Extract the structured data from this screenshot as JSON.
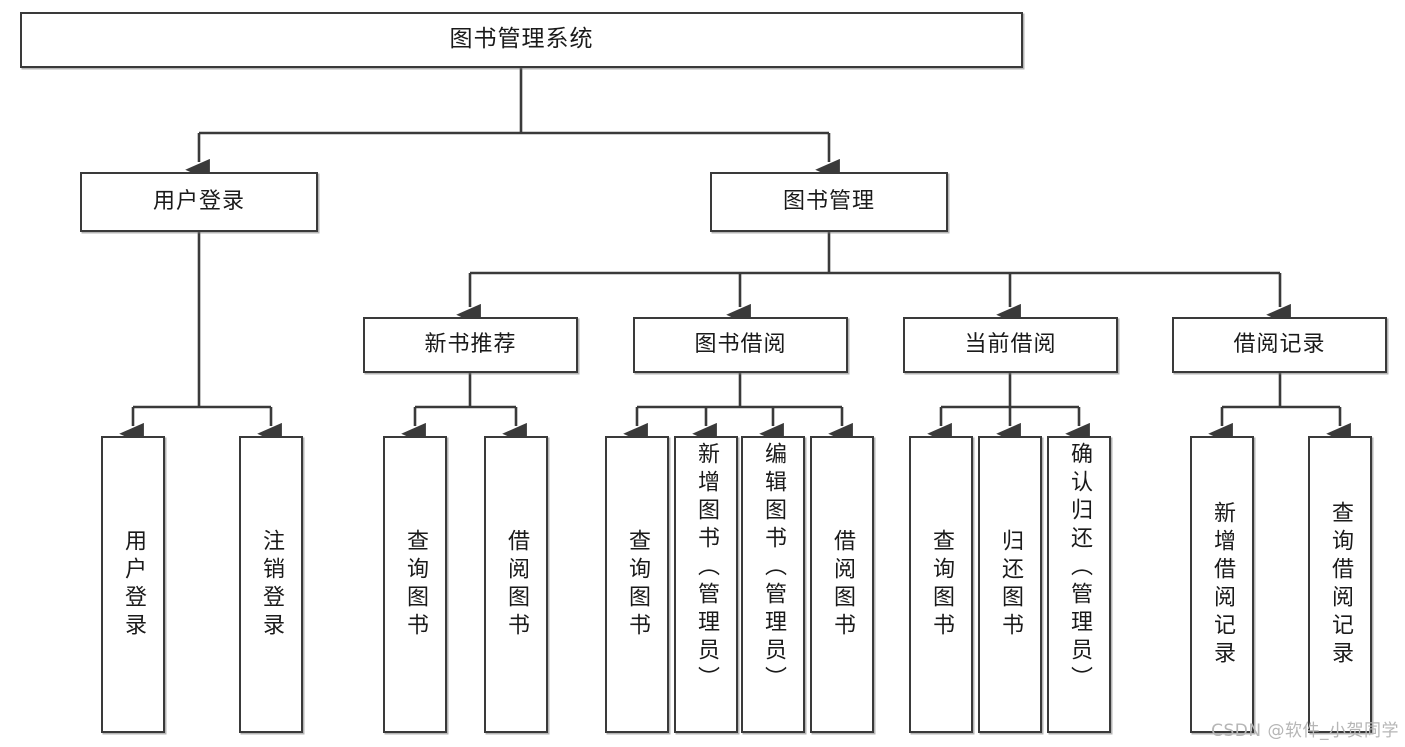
{
  "diagram": {
    "title": "图书管理系统",
    "root": {
      "label": "图书管理系统"
    },
    "level2": [
      {
        "label": "用户登录"
      },
      {
        "label": "图书管理"
      }
    ],
    "level3": [
      {
        "label": "新书推荐"
      },
      {
        "label": "图书借阅"
      },
      {
        "label": "当前借阅"
      },
      {
        "label": "借阅记录"
      }
    ],
    "leaves": [
      {
        "label": "用户登录",
        "parent": "用户登录"
      },
      {
        "label": "注销登录",
        "parent": "用户登录"
      },
      {
        "label": "查询图书",
        "parent": "新书推荐"
      },
      {
        "label": "借阅图书",
        "parent": "新书推荐"
      },
      {
        "label": "查询图书",
        "parent": "图书借阅"
      },
      {
        "label": "新增图书（管理员）",
        "parent": "图书借阅"
      },
      {
        "label": "编辑图书（管理员）",
        "parent": "图书借阅"
      },
      {
        "label": "借阅图书",
        "parent": "图书借阅"
      },
      {
        "label": "查询图书",
        "parent": "当前借阅"
      },
      {
        "label": "归还图书",
        "parent": "当前借阅"
      },
      {
        "label": "确认归还（管理员）",
        "parent": "当前借阅"
      },
      {
        "label": "新增借阅记录",
        "parent": "借阅记录"
      },
      {
        "label": "查询借阅记录",
        "parent": "借阅记录"
      }
    ]
  },
  "watermark": {
    "text": "CSDN @软件_小贺同学"
  },
  "colors": {
    "border": "#3a3a3a",
    "text": "#1a1a1a",
    "background": "#ffffff",
    "watermark": "#b6b6b6"
  }
}
